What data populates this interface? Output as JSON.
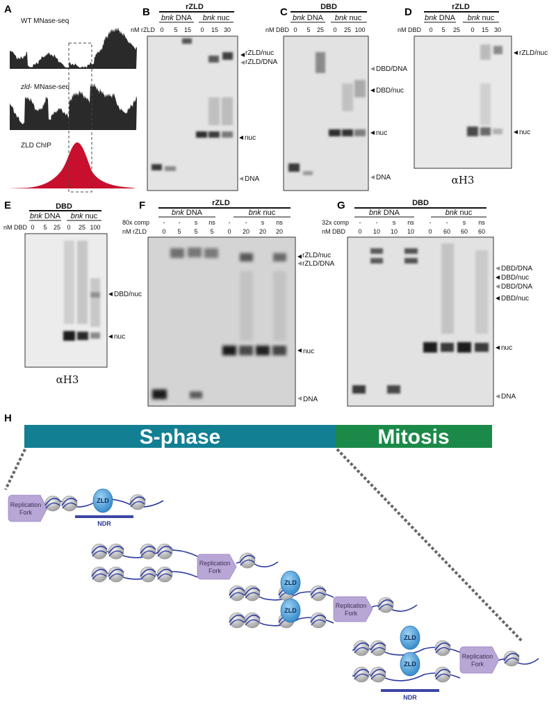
{
  "panels": {
    "A": {
      "letter": "A",
      "tracks": [
        "WT MNase-seq",
        "zld- MNase-seq",
        "ZLD ChIP"
      ],
      "track_prefix_italic": "zld-",
      "track_suffix": " MNase-seq"
    },
    "B": {
      "letter": "B",
      "title": "rZLD",
      "groups": [
        "bnk DNA",
        "bnk nuc"
      ],
      "row_label": "nM rZLD",
      "lanes": [
        "0",
        "5",
        "15",
        "0",
        "15",
        "30"
      ],
      "bands": [
        "rZLD/nuc",
        "rZLD/DNA",
        "nuc",
        "DNA"
      ]
    },
    "C": {
      "letter": "C",
      "title": "DBD",
      "groups": [
        "bnk DNA",
        "bnk nuc"
      ],
      "row_label": "nM DBD",
      "lanes": [
        "0",
        "5",
        "25",
        "0",
        "25",
        "100"
      ],
      "bands": [
        "DBD/DNA",
        "DBD/nuc",
        "nuc",
        "DNA"
      ]
    },
    "D": {
      "letter": "D",
      "title": "rZLD",
      "groups": [
        "bnk DNA",
        "bnk nuc"
      ],
      "row_label": "nM DBD",
      "lanes": [
        "0",
        "5",
        "25",
        "0",
        "15",
        "30"
      ],
      "bands": [
        "rZLD/nuc",
        "nuc"
      ],
      "antibody": "αH3"
    },
    "E": {
      "letter": "E",
      "title": "DBD",
      "groups": [
        "bnk DNA",
        "bnk nuc"
      ],
      "row_label": "nM DBD",
      "lanes": [
        "0",
        "5",
        "25",
        "0",
        "25",
        "100"
      ],
      "bands": [
        "DBD/nuc",
        "nuc"
      ],
      "antibody": "αH3"
    },
    "F": {
      "letter": "F",
      "title": "rZLD",
      "groups": [
        "bnk DNA",
        "bnk nuc"
      ],
      "comp_label": "80x comp",
      "comp": [
        "-",
        "-",
        "s",
        "ns",
        "-",
        "-",
        "s",
        "ns"
      ],
      "row_label": "nM rZLD",
      "lanes": [
        "0",
        "5",
        "5",
        "5",
        "0",
        "20",
        "20",
        "20"
      ],
      "bands": [
        "rZLD/nuc",
        "rZLD/DNA",
        "nuc",
        "DNA"
      ]
    },
    "G": {
      "letter": "G",
      "title": "DBD",
      "groups": [
        "bnk DNA",
        "bnk nuc"
      ],
      "comp_label": "32x comp",
      "comp": [
        "-",
        "-",
        "s",
        "ns",
        "-",
        "-",
        "s",
        "ns"
      ],
      "row_label": "nM DBD",
      "lanes": [
        "0",
        "10",
        "10",
        "10",
        "0",
        "60",
        "60",
        "60"
      ],
      "bands": [
        "DBD/DNA",
        "DBD/nuc",
        "DBD/DNA",
        "DBD/nuc",
        "nuc",
        "DNA"
      ]
    },
    "H": {
      "letter": "H",
      "phases": [
        "S-phase",
        "Mitosis"
      ],
      "fork_lines": [
        "Replication",
        "Fork"
      ],
      "zld": "ZLD",
      "ndr": "NDR"
    }
  },
  "colors": {
    "s_phase": "#127f93",
    "mitosis": "#1b8a48",
    "chip_fill": "#c8102e",
    "fork": "#b8a6d6",
    "zld": "#3f9ad6",
    "ndr": "#3b45a5",
    "dna_strand": "#2b3aa0"
  }
}
